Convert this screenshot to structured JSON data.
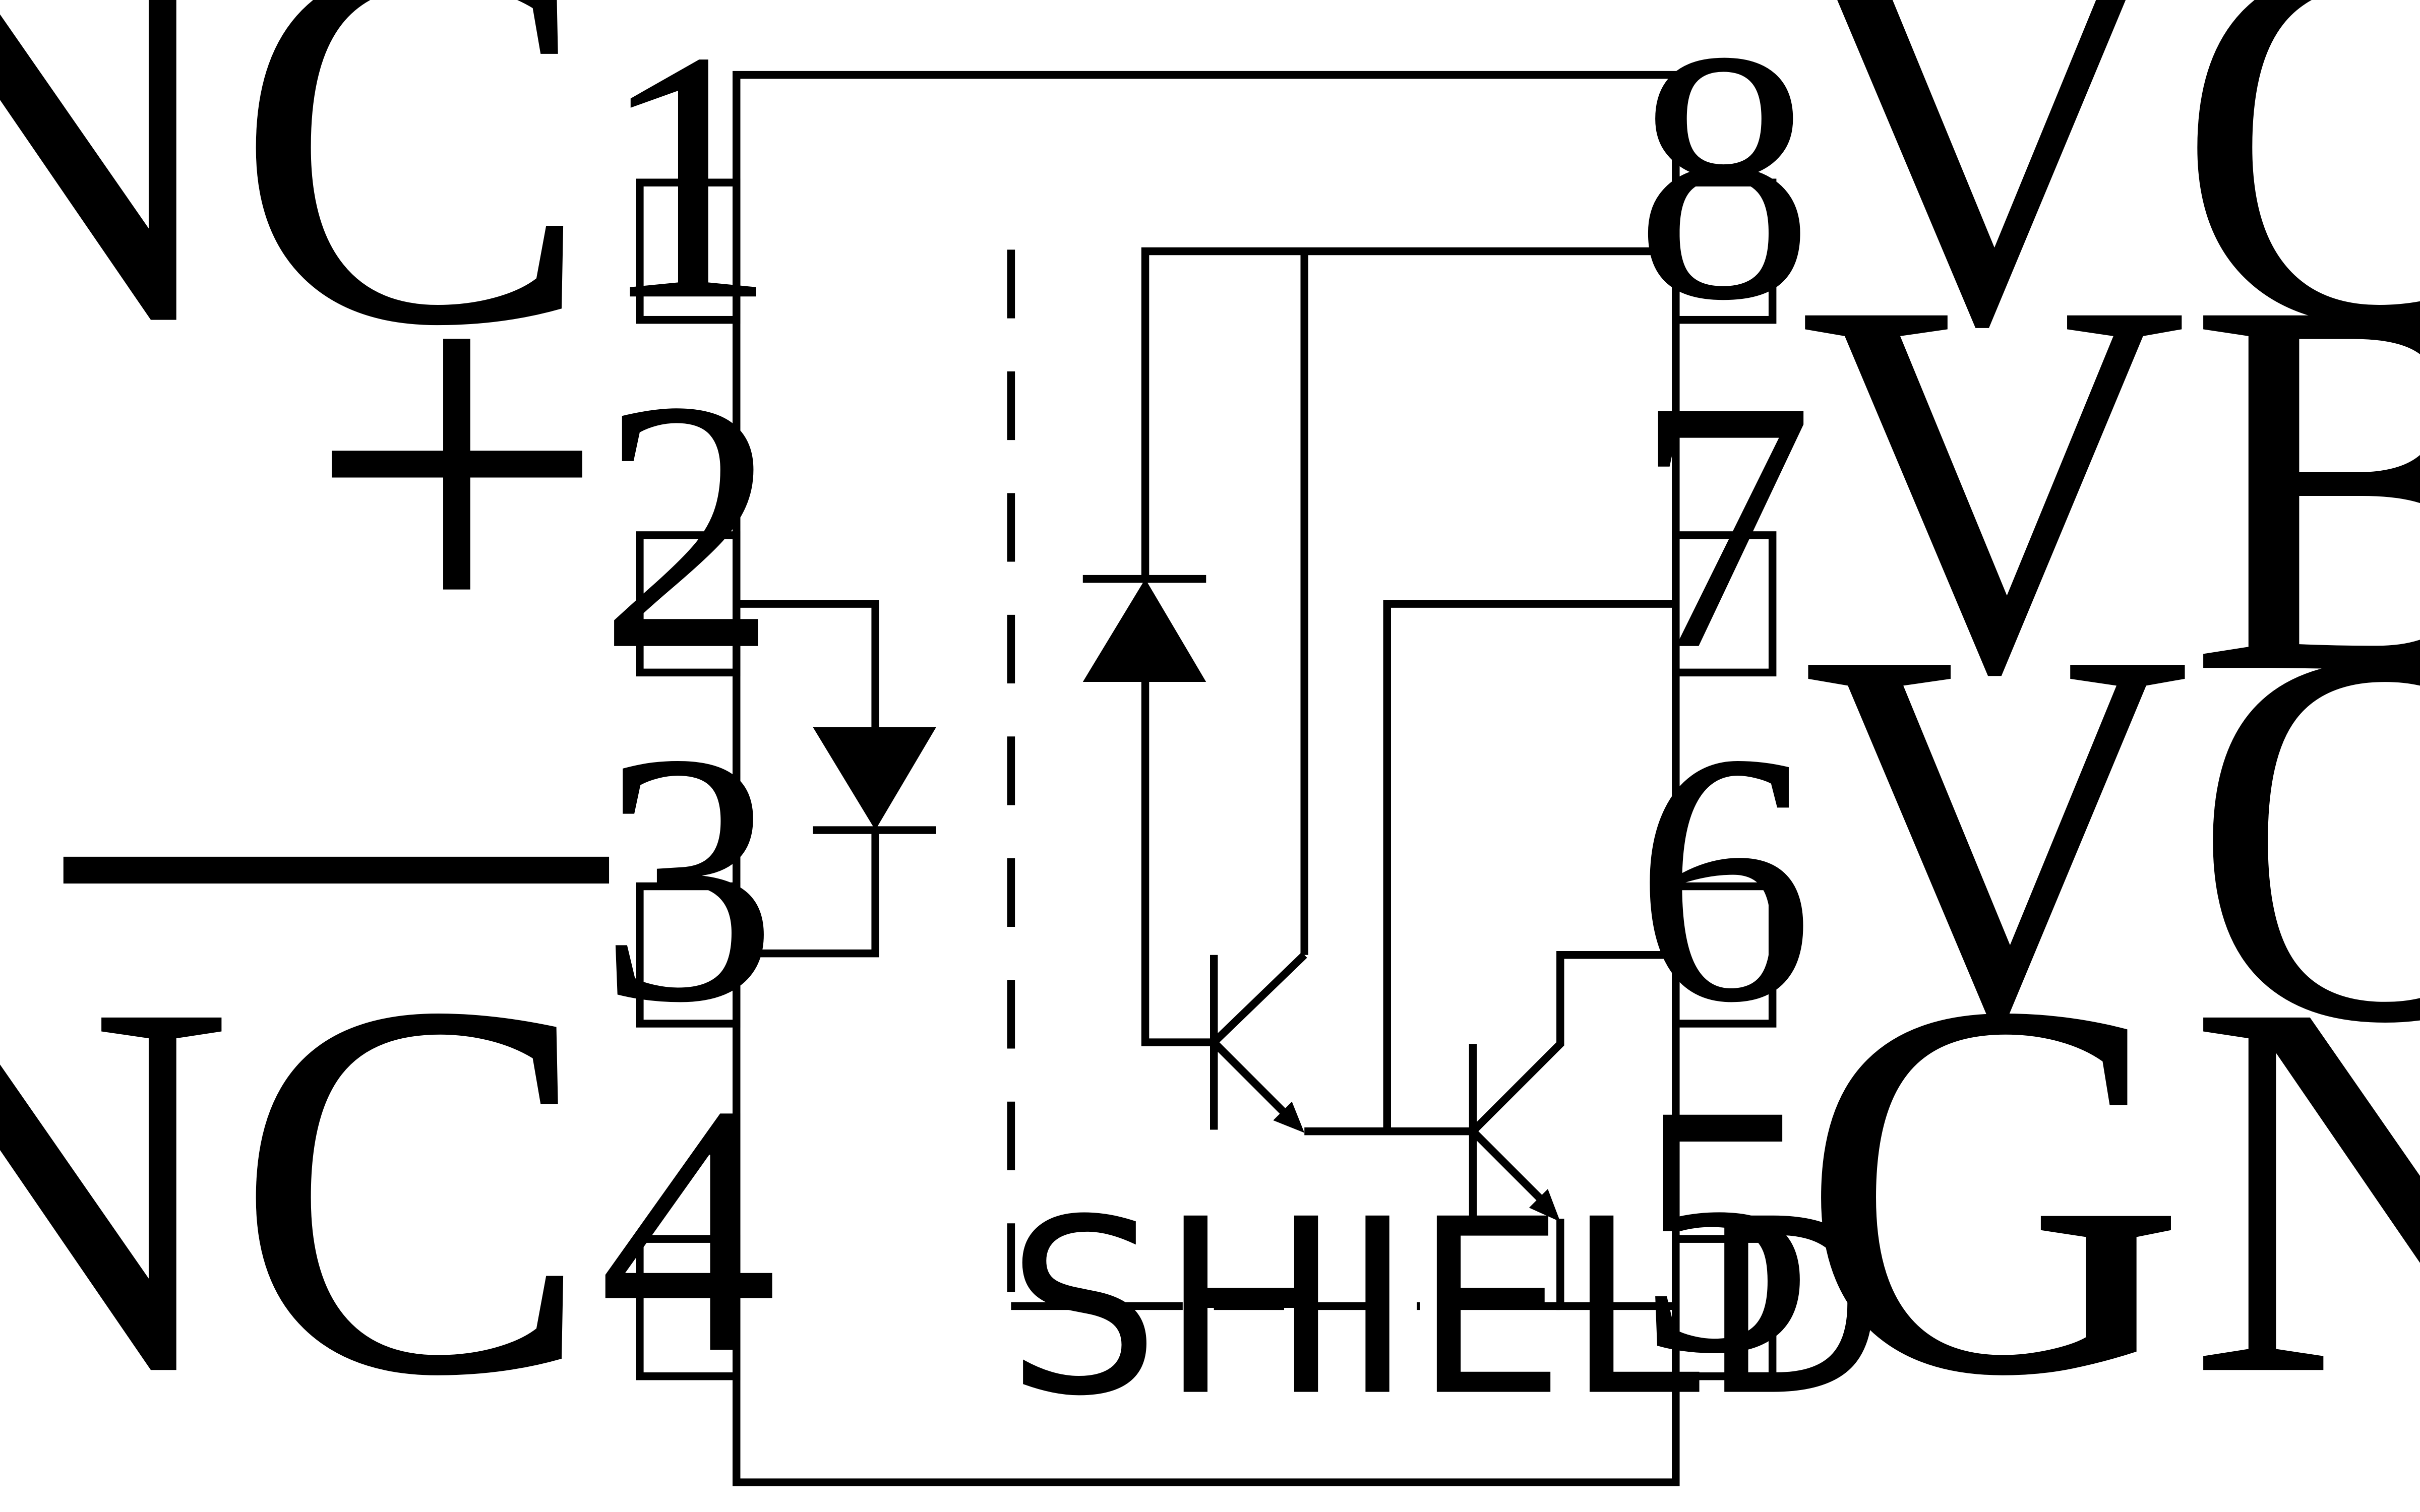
{
  "diagram": {
    "colors": {
      "line": "#000000",
      "background": "#ffffff"
    },
    "shield_label": "SHIELD",
    "pins": [
      {
        "number": "1",
        "name": "NC"
      },
      {
        "number": "2",
        "name": "+"
      },
      {
        "number": "3",
        "name": "—"
      },
      {
        "number": "4",
        "name": "NC"
      },
      {
        "number": "5",
        "name": "GND"
      },
      {
        "number": "6",
        "name": "VO"
      },
      {
        "number": "7",
        "name": "VB"
      },
      {
        "number": "8",
        "name": "VCC"
      }
    ]
  }
}
